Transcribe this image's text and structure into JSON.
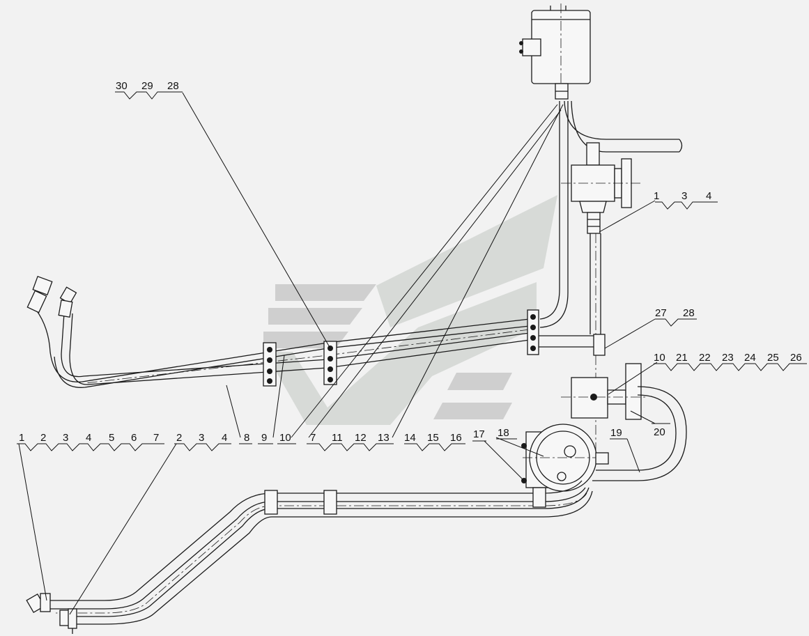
{
  "callouts": [
    {
      "id": "c-30-29-28",
      "labels": [
        "30",
        "29",
        "28"
      ]
    },
    {
      "id": "c-1-3-4",
      "labels": [
        "1",
        "3",
        "4"
      ]
    },
    {
      "id": "c-27-28",
      "labels": [
        "27",
        "28"
      ]
    },
    {
      "id": "c-10-26",
      "labels": [
        "10",
        "21",
        "22",
        "23",
        "24",
        "25",
        "26"
      ]
    },
    {
      "id": "c-1-7",
      "labels": [
        "1",
        "2",
        "3",
        "4",
        "5",
        "6",
        "7"
      ]
    },
    {
      "id": "c-2-3-4",
      "labels": [
        "2",
        "3",
        "4"
      ]
    },
    {
      "id": "c-8",
      "labels": [
        "8"
      ]
    },
    {
      "id": "c-9",
      "labels": [
        "9"
      ]
    },
    {
      "id": "c-10",
      "labels": [
        "10"
      ]
    },
    {
      "id": "c-7-11-12-13",
      "labels": [
        "7",
        "11",
        "12",
        "13"
      ]
    },
    {
      "id": "c-14-15-16",
      "labels": [
        "14",
        "15",
        "16"
      ]
    },
    {
      "id": "c-17",
      "labels": [
        "17"
      ]
    },
    {
      "id": "c-18",
      "labels": [
        "18"
      ]
    },
    {
      "id": "c-19",
      "labels": [
        "19"
      ]
    },
    {
      "id": "c-20",
      "labels": [
        "20"
      ]
    }
  ],
  "colors": {
    "line": "#1a1a1a",
    "watermark": "#c9c9c9",
    "background": "#f2f2f2"
  }
}
